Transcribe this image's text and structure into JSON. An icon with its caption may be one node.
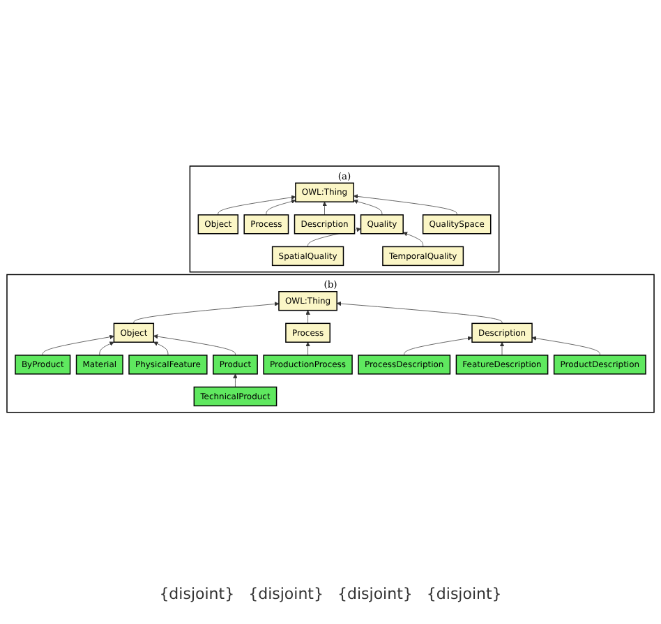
{
  "diagram": {
    "nodes": [
      {
        "text": [
          "(a)"
        ]
      },
      {
        "text": [
          "OWL:Thing"
        ],
        "in": 0
      },
      {
        "text": [
          "Object"
        ],
        "in": 0
      },
      {
        "text": [
          "Process"
        ],
        "in": 0
      },
      {
        "text": [
          "Description"
        ],
        "in": 0
      },
      {
        "text": [
          "Quality"
        ],
        "in": 0
      },
      {
        "text": [
          "QualitySpace"
        ],
        "in": 0
      },
      {
        "text": [
          "SpatialQuality"
        ],
        "in": 0
      },
      {
        "text": [
          "TemporalQuality"
        ],
        "in": 0
      },
      {
        "text": [
          "(b)"
        ]
      },
      {
        "text": [
          "OWL:Thing"
        ],
        "in": 9
      },
      {
        "text": [
          "ByProduct"
        ],
        "in": 9
      },
      {
        "text": [
          "Material"
        ],
        "in": 9
      },
      {
        "text": [
          "PhysicalFeature"
        ],
        "in": 9
      },
      {
        "text": [
          "Object"
        ],
        "in": 9
      },
      {
        "text": [
          "Process"
        ],
        "in": 9
      },
      {
        "text": [
          "Description"
        ],
        "in": 9
      },
      {
        "text": [
          "ProcessDescription"
        ],
        "in": 9
      },
      {
        "text": [
          "Product"
        ],
        "in": 9
      },
      {
        "text": [
          "ProductionProcess"
        ],
        "in": 9
      },
      {
        "text": [
          "FeatureDescription"
        ],
        "in": 9
      },
      {
        "text": [
          "ProductDescription"
        ],
        "in": 9
      },
      {
        "text": [
          "TechnicalProduct"
        ],
        "in": 9
      }
    ],
    "edges": [
      {
        "from": 2,
        "to": 1,
        "arrow": "to"
      },
      {
        "from": 3,
        "to": 1,
        "arrow": "to"
      },
      {
        "from": 4,
        "to": 1,
        "arrow": "to"
      },
      {
        "from": 5,
        "to": 1,
        "arrow": "to"
      },
      {
        "from": 6,
        "to": 1,
        "arrow": "to"
      },
      {
        "from": 7,
        "to": 5,
        "arrow": "to"
      },
      {
        "from": 8,
        "to": 5,
        "arrow": "to"
      },
      {
        "from": 14,
        "to": 10,
        "arrow": "to"
      },
      {
        "from": 15,
        "to": 10,
        "arrow": "to"
      },
      {
        "from": 16,
        "to": 10,
        "arrow": "to"
      },
      {
        "from": 11,
        "to": 14,
        "arrow": "to"
      },
      {
        "from": 12,
        "to": 14,
        "arrow": "to"
      },
      {
        "from": 13,
        "to": 14,
        "arrow": "to"
      },
      {
        "from": 18,
        "to": 14,
        "arrow": "to"
      },
      {
        "from": 22,
        "to": 18,
        "arrow": "to"
      },
      {
        "from": 19,
        "to": 15,
        "arrow": "to"
      },
      {
        "from": 17,
        "to": 16,
        "arrow": "to"
      },
      {
        "from": 20,
        "to": 16,
        "arrow": "to"
      },
      {
        "from": 21,
        "to": 16,
        "arrow": "to"
      }
    ],
    "labels": [
      "{disjoint}",
      "{disjoint}",
      "{disjoint}",
      "{disjoint}"
    ]
  }
}
